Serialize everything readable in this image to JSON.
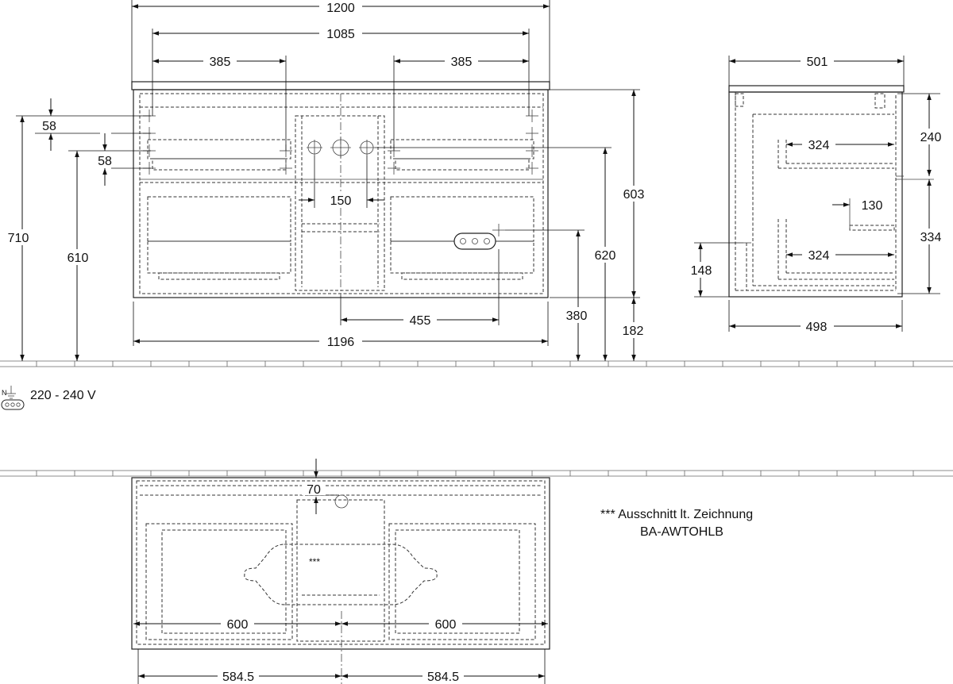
{
  "front_view": {
    "dims": {
      "width_overall": "1200",
      "width_inner": "1085",
      "drawer_left": "385",
      "drawer_right": "385",
      "height_total": "710",
      "height_floor": "610",
      "rail_top": "58",
      "rail_second": "58",
      "tap_spacing": "150",
      "height_cabinet": "603",
      "height_620": "620",
      "socket_height": "380",
      "floor_gap": "182",
      "socket_offset": "455",
      "width_bottom": "1196"
    }
  },
  "side_view": {
    "dims": {
      "depth_top": "501",
      "depth_bottom": "498",
      "upper_height": "240",
      "lower_height": "334",
      "upper_drawer": "324",
      "lower_drawer": "324",
      "siphon": "130",
      "plinth": "148"
    }
  },
  "electrical": {
    "voltage": "220 - 240 V",
    "symbol_letter": "N"
  },
  "top_view": {
    "dims": {
      "offset": "70",
      "half_left": "600",
      "half_right": "600",
      "bottom_left": "584.5",
      "bottom_right": "584.5"
    },
    "cutout_mark": "***",
    "note_line1": "*** Ausschnitt lt. Zeichnung",
    "note_line2": "BA-AWTOHLB"
  }
}
